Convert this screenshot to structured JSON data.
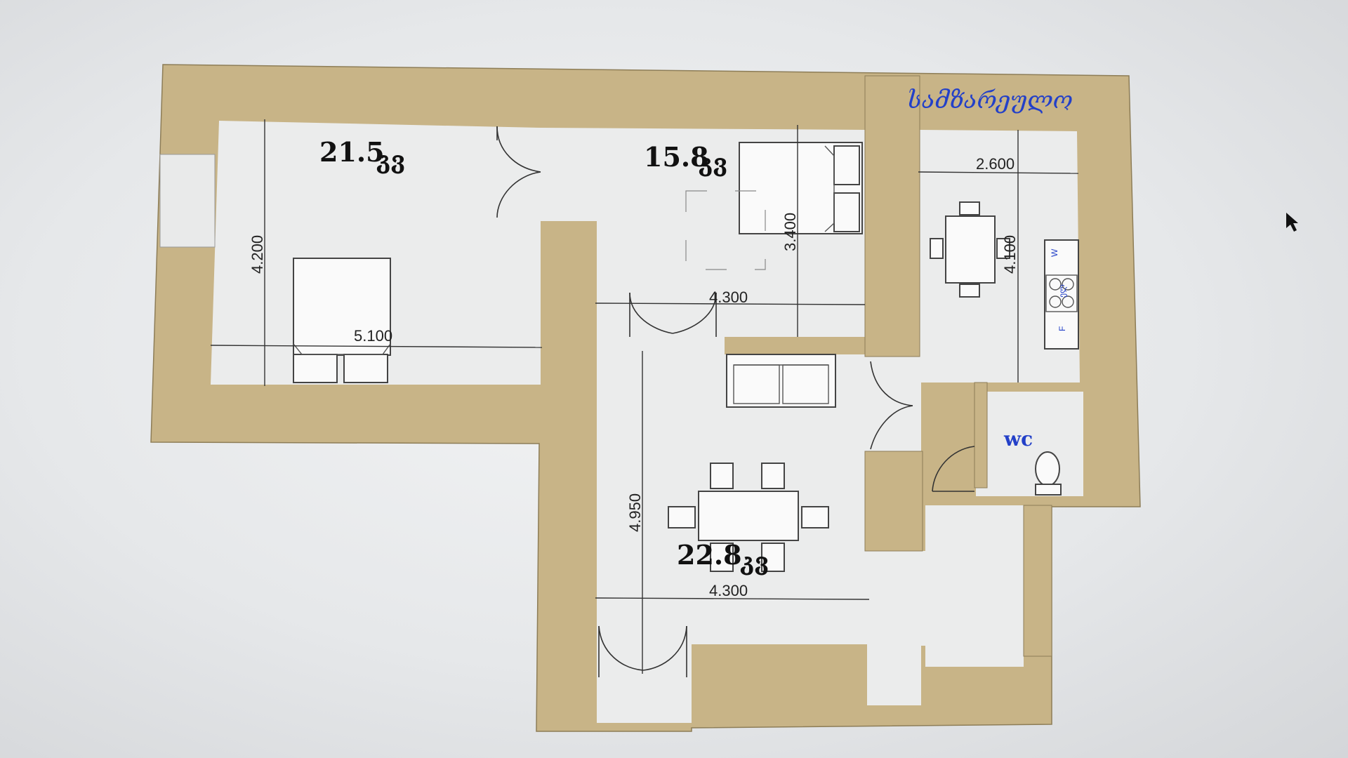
{
  "plan": {
    "kitchen_label": "სამზარეულო",
    "wc_label": "wc",
    "rooms": [
      {
        "id": "bedroom-1",
        "area": "21.5",
        "unit": "კვ"
      },
      {
        "id": "bedroom-2",
        "area": "15.8",
        "unit": "კვ"
      },
      {
        "id": "living",
        "area": "22.8",
        "unit": "კვ"
      }
    ],
    "dimensions": {
      "bedroom1_width": "5.100",
      "bedroom1_depth": "4.200",
      "bedroom2_width": "4.300",
      "bedroom2_depth": "3.400",
      "kitchen_width": "2.600",
      "kitchen_depth": "4.100",
      "living_width": "4.300",
      "living_depth": "4.950"
    },
    "appliance_labels": {
      "washer": "W",
      "stove": "ელ",
      "fridge": "F"
    }
  },
  "colors": {
    "wall": "#c8b487",
    "floor": "#ebecec",
    "dimension": "#333333",
    "label_blue": "#2340c8"
  },
  "icons": {
    "cursor": "mouse-pointer-icon"
  }
}
